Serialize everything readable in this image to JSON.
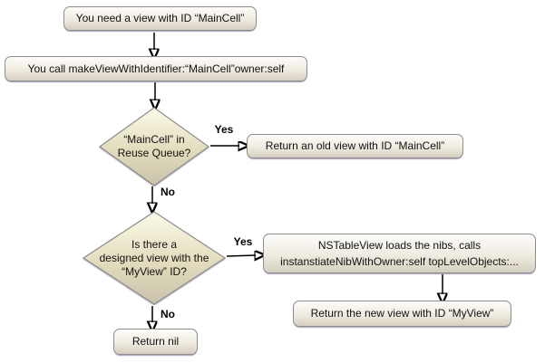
{
  "diagram": {
    "nodes": {
      "need_view": {
        "label": "You need a view with ID “MainCell”"
      },
      "call_make": {
        "label": "You call makeViewWithIdentifier:“MainCell”owner:self"
      },
      "reuse_queue": {
        "line1": "“MainCell” in",
        "line2": "Reuse Queue?"
      },
      "return_old": {
        "label": "Return an old view with ID “MainCell”"
      },
      "designed_view": {
        "line1": "Is there a",
        "line2": "designed view with the",
        "line3": "“MyView” ID?"
      },
      "load_nibs": {
        "line1": "NSTableView loads the nibs, calls",
        "line2": "instanstiateNibWithOwner:self topLevelObjects:..."
      },
      "return_new": {
        "label": "Return the new view with ID “MyView”"
      },
      "return_nil": {
        "label": "Return nil"
      }
    },
    "edge_labels": {
      "reuse_yes": "Yes",
      "reuse_no": "No",
      "designed_yes": "Yes",
      "designed_no": "No"
    },
    "colors": {
      "background": "#ffffff",
      "box_fill_top": "#fdfcf9",
      "box_fill_bottom": "#d5cfbf",
      "diamond_fill_top": "#fcfae8",
      "diamond_fill_bottom": "#c9c2ab",
      "border": "#8d8d8d",
      "shadow": "#8e81a0",
      "arrow": "#000000",
      "text": "#111111"
    }
  }
}
